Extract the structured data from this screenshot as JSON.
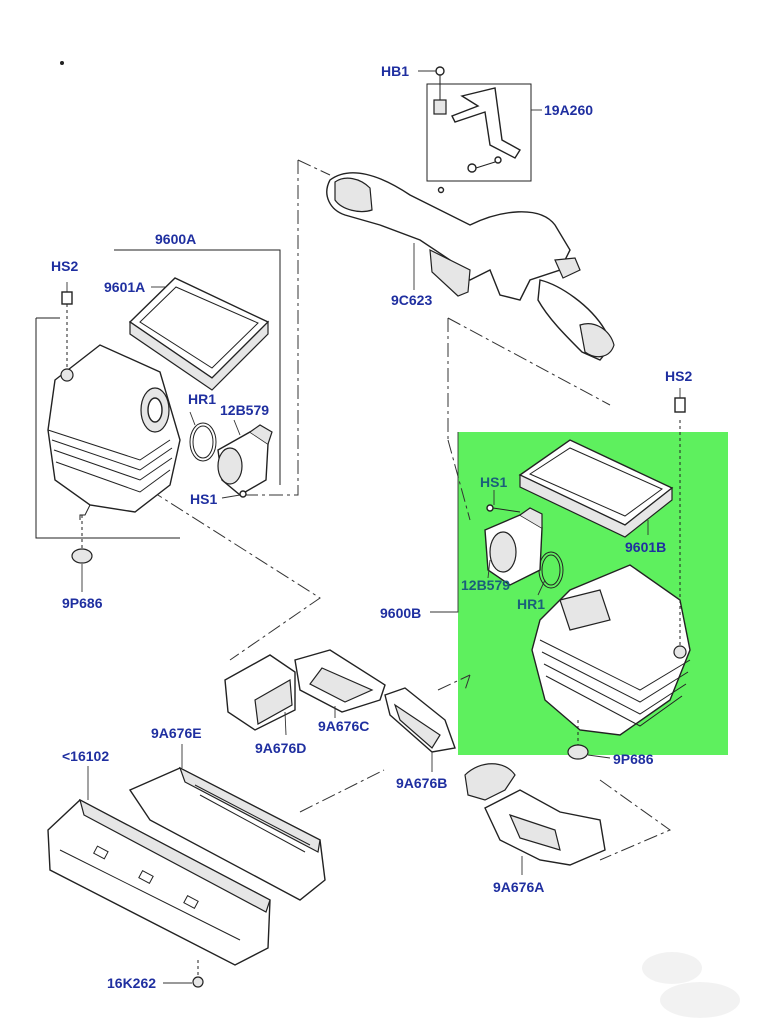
{
  "highlight_color": "#5ef05e",
  "label_color": "#1f2fa0",
  "callouts": {
    "hb1": "HB1",
    "p19a260": "19A260",
    "p9c623": "9C623",
    "p9600a": "9600A",
    "hs2_left": "HS2",
    "p9601a": "9601A",
    "hr1_left": "HR1",
    "p12b579_left": "12B579",
    "hs1_left": "HS1",
    "p9p686_left": "9P686",
    "hs2_right": "HS2",
    "hs1_right": "HS1",
    "p9601b": "9601B",
    "p12b579_right": "12B579",
    "hr1_right": "HR1",
    "p9600b": "9600B",
    "p9p686_right": "9P686",
    "p9a676e": "9A676E",
    "p16102": "<16102",
    "p9a676d": "9A676D",
    "p9a676c": "9A676C",
    "p9a676b": "9A676B",
    "p9a676a": "9A676A",
    "p16k262": "16K262"
  }
}
